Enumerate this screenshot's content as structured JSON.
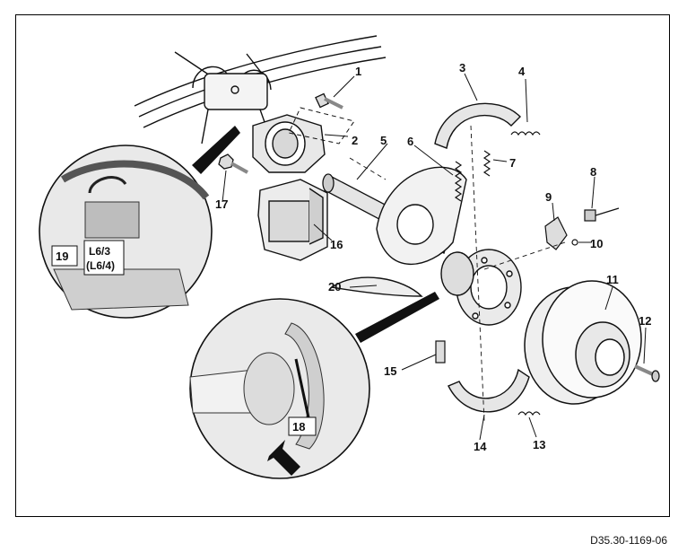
{
  "part_labels": {
    "p1": "1",
    "p2": "2",
    "p3": "3",
    "p4": "4",
    "p5": "5",
    "p6": "6",
    "p7": "7",
    "p8": "8",
    "p9": "9",
    "p10": "10",
    "p11": "11",
    "p12": "12",
    "p13": "13",
    "p14": "14",
    "p15": "15",
    "p16": "16",
    "p17": "17",
    "p18": "18",
    "p19": "19",
    "p20": "20"
  },
  "inset_left": {
    "connector_label": "L6/3",
    "connector_label_alt": "(L6/4)"
  },
  "document_code": "D35.30-1169-06"
}
